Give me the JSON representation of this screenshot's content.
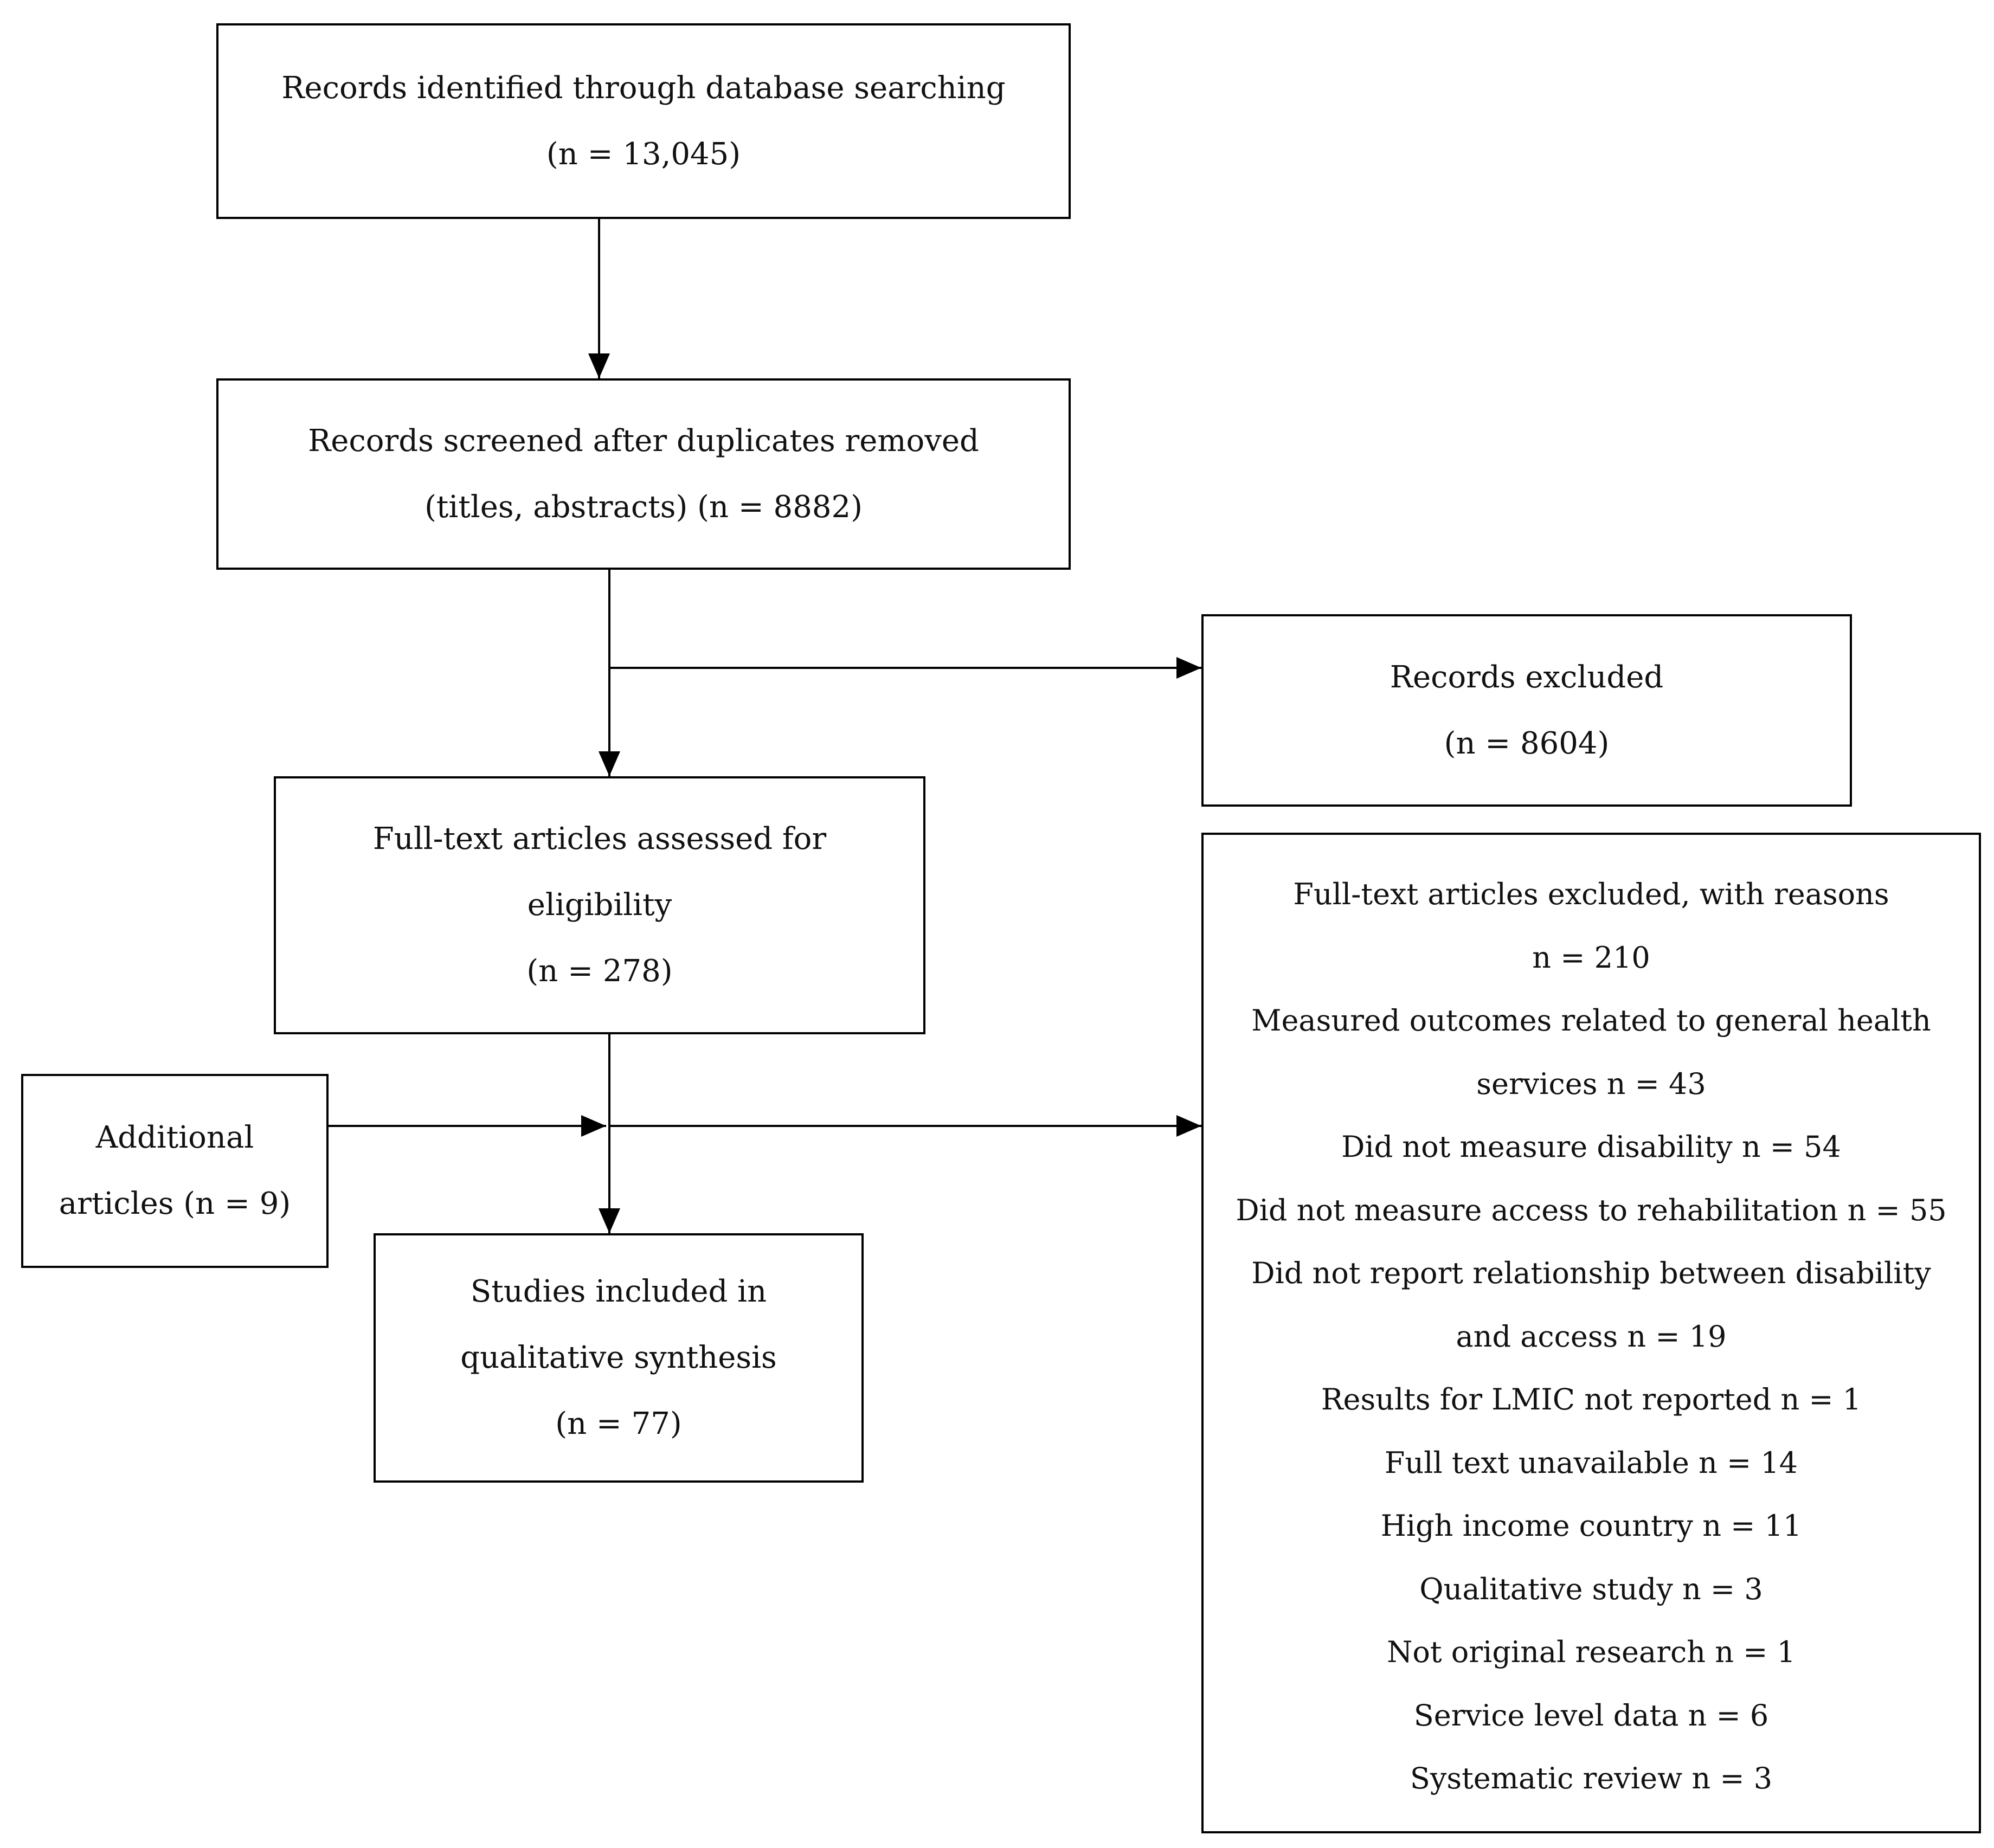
{
  "nodes": {
    "records_identified": {
      "label": "Records identified through database searching",
      "count": "(n = 13,045)"
    },
    "records_screened": {
      "label": "Records screened after duplicates removed",
      "count": "(titles, abstracts) (n = 8882)"
    },
    "records_excluded": {
      "label": "Records excluded",
      "count": "(n = 8604)"
    },
    "fulltext_assessed": {
      "label_line1": "Full-text articles assessed for",
      "label_line2": "eligibility",
      "count": "(n = 278)"
    },
    "additional_articles": {
      "label_line1": "Additional",
      "label_line2": "articles (n = 9)"
    },
    "studies_included": {
      "label_line1": "Studies included in",
      "label_line2": "qualitative synthesis",
      "count": "(n = 77)"
    },
    "fulltext_excluded": {
      "lines": [
        "Full-text articles excluded, with reasons",
        "n = 210",
        "Measured outcomes related to general health",
        "services n = 43",
        "Did not measure disability n = 54",
        "Did not measure access to rehabilitation n = 55",
        "Did not report relationship between disability",
        "and access n = 19",
        "Results for LMIC not reported n = 1",
        "Full text unavailable n = 14",
        "High income country n = 11",
        "Qualitative study n = 3",
        "Not original research n = 1",
        "Service level data n = 6",
        "Systematic review n = 3"
      ]
    }
  },
  "edges": [
    {
      "from": "records_identified",
      "to": "records_screened"
    },
    {
      "from": "records_screened",
      "to": "fulltext_assessed"
    },
    {
      "from": "records_screened",
      "to": "records_excluded"
    },
    {
      "from": "fulltext_assessed",
      "to": "studies_included"
    },
    {
      "from": "additional_articles",
      "to": "studies_included"
    },
    {
      "from": "fulltext_assessed",
      "to": "fulltext_excluded"
    }
  ]
}
